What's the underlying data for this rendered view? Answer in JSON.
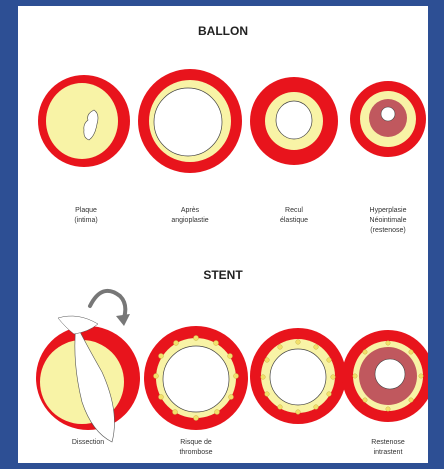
{
  "sections": {
    "ballon": {
      "title": "BALLON",
      "items": [
        {
          "caption": "Plaque\n(intima)"
        },
        {
          "caption": "Après\nangioplastie"
        },
        {
          "caption": "Recul\nélastique"
        },
        {
          "caption": "Hyperplasie\nNéointimale\n(restenose)"
        }
      ]
    },
    "stent": {
      "title": "STENT",
      "items": [
        {
          "caption": "Dissection"
        },
        {
          "caption": "Risque de\nthrombose"
        },
        {
          "caption": ""
        },
        {
          "caption": "Restenose\nintrastent"
        }
      ]
    }
  },
  "colors": {
    "vessel_wall": "#e8141c",
    "plaque": "#f8f3a6",
    "lumen": "#ffffff",
    "neointima": "#c0585e",
    "frame": "#2d4f94",
    "stent_strut": "#f2e06a"
  }
}
